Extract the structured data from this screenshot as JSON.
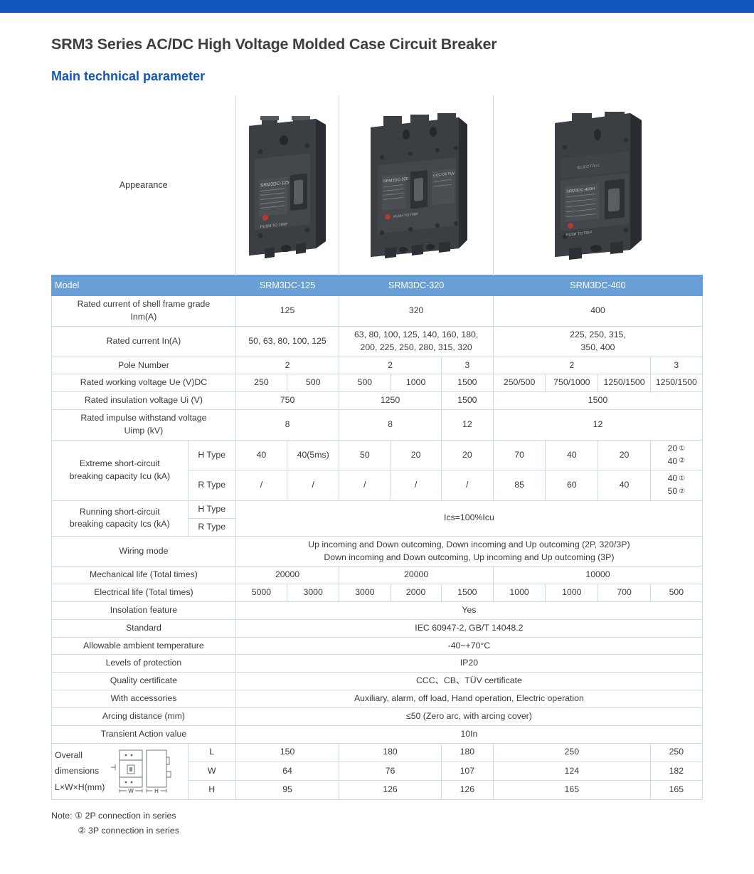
{
  "theme": {
    "banner_color": "#1056bd",
    "section_title_color": "#1056bd",
    "table_header_bg": "#689fd6",
    "table_border": "#c9dcef"
  },
  "header": {
    "doc_title": "SRM3 Series AC/DC High Voltage Molded Case Circuit Breaker",
    "section_title": "Main technical parameter"
  },
  "appearance": {
    "label": "Appearance",
    "products": [
      {
        "name": "SRM3DC-125",
        "poles": 2,
        "face_label": "SRM3DC-125",
        "trip_text": "PUSH TO TRIP"
      },
      {
        "name": "SRM3DC-320",
        "poles": 3,
        "face_label": "SRM3DC-320",
        "trip_text": "PUSH TO TRIP"
      },
      {
        "name": "SRM3DC-400",
        "poles": 2,
        "face_label": "SRM3DC-400H",
        "trip_text": "PUSH TO TRIP"
      }
    ]
  },
  "table": {
    "model_row": {
      "label": "Model",
      "models": [
        "SRM3DC-125",
        "SRM3DC-320",
        "SRM3DC-400"
      ]
    },
    "shell_frame": {
      "label_line1": "Rated current of shell frame grade",
      "label_line2": "Inm(A)",
      "values": [
        "125",
        "320",
        "400"
      ]
    },
    "rated_current": {
      "label": "Rated current In(A)",
      "values": [
        "50, 63, 80, 100, 125",
        "63, 80, 100, 125, 140, 160, 180,\n200, 225, 250, 280, 315, 320",
        "225, 250, 315,\n350, 400"
      ]
    },
    "pole_number": {
      "label": "Pole Number",
      "values": [
        "2",
        "2",
        "3",
        "2",
        "3"
      ]
    },
    "working_voltage": {
      "label": "Rated working voltage Ue (V)DC",
      "values": [
        "250",
        "500",
        "500",
        "1000",
        "1500",
        "250/500",
        "750/1000",
        "1250/1500",
        "1250/1500"
      ]
    },
    "insulation_voltage": {
      "label": "Rated insulation voltage Ui (V)",
      "values": [
        "750",
        "1250",
        "1500",
        "1500"
      ]
    },
    "impulse_voltage": {
      "label_line1": "Rated impulse withstand voltage",
      "label_line2": "Uimp (kV)",
      "values": [
        "8",
        "8",
        "12",
        "12"
      ]
    },
    "icu": {
      "label_line1": "Extreme short-circuit",
      "label_line2": "breaking capacity Icu (kA)",
      "h_type_label": "H Type",
      "r_type_label": "R Type",
      "h_values": [
        "40",
        "40(5ms)",
        "50",
        "20",
        "20",
        "70",
        "40",
        "20"
      ],
      "h_last": {
        "line1": "20",
        "mark1": "①",
        "line2": "40",
        "mark2": "②"
      },
      "r_values": [
        "/",
        "/",
        "/",
        "/",
        "/",
        "85",
        "60",
        "40"
      ],
      "r_last": {
        "line1": "40",
        "mark1": "①",
        "line2": "50",
        "mark2": "②"
      }
    },
    "ics": {
      "label_line1": "Running short-circuit",
      "label_line2": "breaking capacity Ics (kA)",
      "h_type_label": "H Type",
      "r_type_label": "R Type",
      "value": "Ics=100%Icu"
    },
    "wiring_mode": {
      "label": "Wiring mode",
      "line1": "Up incoming and Down outcoming, Down incoming and Up outcoming (2P, 320/3P)",
      "line2": "Down incoming and Down outcoming, Up incoming and Up outcoming (3P)"
    },
    "mechanical_life": {
      "label": "Mechanical life (Total times)",
      "values": [
        "20000",
        "20000",
        "10000"
      ]
    },
    "electrical_life": {
      "label": "Electrical life (Total times)",
      "values": [
        "5000",
        "3000",
        "3000",
        "2000",
        "1500",
        "1000",
        "1000",
        "700",
        "500"
      ]
    },
    "insolation_feature": {
      "label": "Insolation feature",
      "value": "Yes"
    },
    "standard": {
      "label": "Standard",
      "value": "IEC 60947-2, GB/T 14048.2"
    },
    "ambient_temperature": {
      "label": "Allowable ambient temperature",
      "value": "-40~+70°C"
    },
    "protection_level": {
      "label": "Levels of protection",
      "value": "IP20"
    },
    "quality_certificate": {
      "label": "Quality certificate",
      "value": "CCC、CB、TÜV certificate"
    },
    "accessories": {
      "label": "With accessories",
      "value": "Auxiliary, alarm, off load, Hand operation, Electric operation"
    },
    "arcing_distance": {
      "label": "Arcing distance (mm)",
      "value": "≤50 (Zero arc, with arcing cover)"
    },
    "transient_action": {
      "label": "Transient Action value",
      "value": "10In"
    },
    "dimensions": {
      "label_line1": "Overall",
      "label_line2": "dimensions",
      "label_line3": "L×W×H(mm)",
      "fig_w_label": "W",
      "fig_h_label": "H",
      "rows": [
        {
          "dim": "L",
          "values": [
            "150",
            "180",
            "180",
            "250",
            "250"
          ]
        },
        {
          "dim": "W",
          "values": [
            "64",
            "76",
            "107",
            "124",
            "182"
          ]
        },
        {
          "dim": "H",
          "values": [
            "95",
            "126",
            "126",
            "165",
            "165"
          ]
        }
      ]
    }
  },
  "note": {
    "prefix": "Note:",
    "items": [
      {
        "mark": "①",
        "text": "2P connection in series"
      },
      {
        "mark": "②",
        "text": "3P connection in series"
      }
    ]
  }
}
